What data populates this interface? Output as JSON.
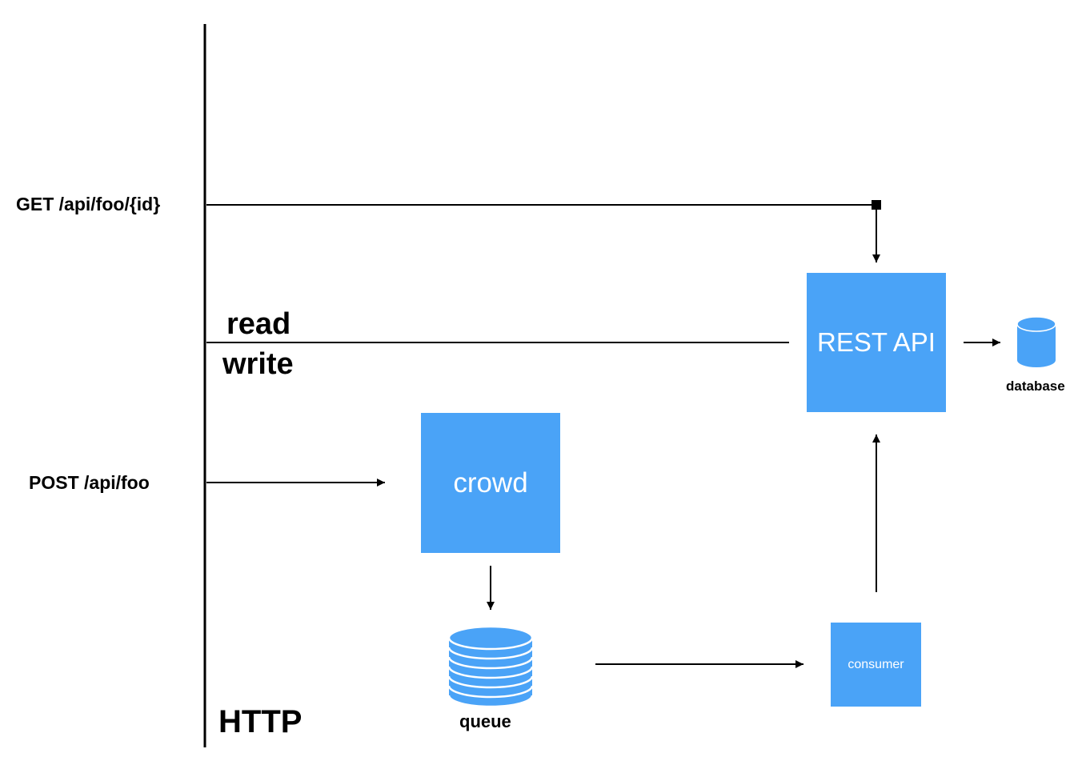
{
  "labels": {
    "get_endpoint": "GET /api/foo/{id}",
    "post_endpoint": "POST /api/foo",
    "read": "read",
    "write": "write",
    "http": "HTTP"
  },
  "nodes": {
    "rest_api": "REST API",
    "crowd": "crowd",
    "consumer": "consumer",
    "database": "database",
    "queue": "queue"
  },
  "colors": {
    "node_fill": "#4AA3F7",
    "line": "#000000",
    "node_text": "#ffffff"
  }
}
